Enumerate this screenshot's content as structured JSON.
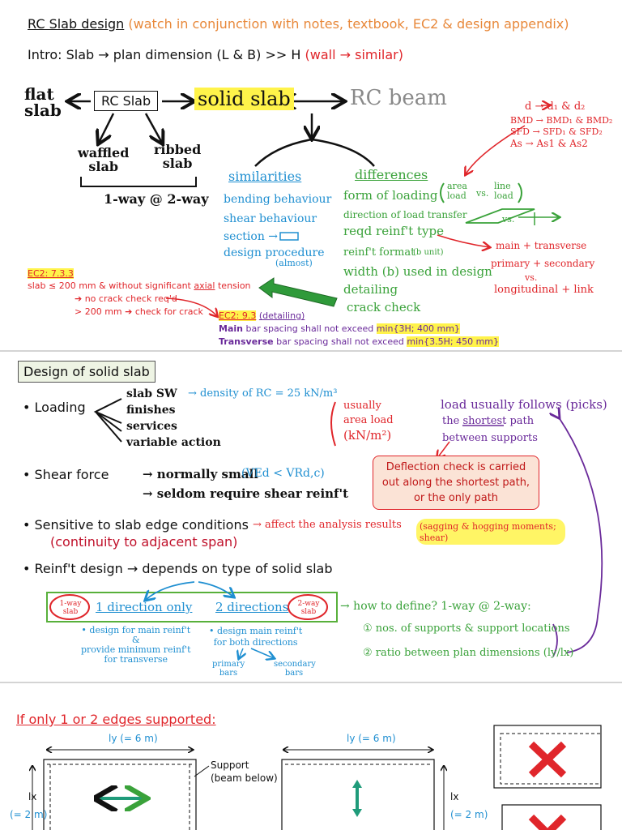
{
  "header": {
    "title": "RC Slab design",
    "note": "(watch in conjunction with notes, textbook, EC2 & design appendix)",
    "intro": "Intro: Slab → plan dimension (L & B) >> H",
    "intro_wall": "(wall → similar)"
  },
  "mindmap": {
    "flat_slab_1": "flat",
    "flat_slab_2": "slab",
    "rc_slab": "RC Slab",
    "solid_slab": "solid slab",
    "rc_beam": "RC beam",
    "waffled_1": "waffled",
    "waffled_2": "slab",
    "ribbed_1": "ribbed",
    "ribbed_2": "slab",
    "oneway": "1-way @ 2-way",
    "similarities_title": "similarities",
    "similarities": [
      "bending behaviour",
      "shear behaviour",
      "section →",
      "design procedure",
      "(almost)"
    ],
    "differences_title": "differences",
    "differences": [
      "form of loading",
      "direction of load transfer",
      "reqd reinf't type",
      "reinf't format",
      "width (b) used in design",
      "detailing",
      "crack check"
    ],
    "unit_width": "(b unit)",
    "area_load": "area load",
    "vs": "vs.",
    "line_load": "line load",
    "main_trans": "main + transverse",
    "primary_sec": "primary + secondary",
    "vs2": "vs.",
    "longitudinal": "longitudinal + link",
    "d_line": "d → d₁ & d₂",
    "bmd_line": "BMD → BMD₁ & BMD₂",
    "sfd_line": "SFD → SFD₁ & SFD₂",
    "as_line": "As → As1 & As2"
  },
  "ec2_733": {
    "ref": "EC2: 7.3.3",
    "line1_pre": "slab ≤ 200 mm & without significant",
    "line1_u": "axial",
    "line1_post": "tension",
    "line2": "➔ no crack check req'd",
    "line3": "> 200 mm ➔ check for crack"
  },
  "ec2_93": {
    "ref": "EC2: 9.3",
    "ref2": "(detailing)",
    "main_b": "Main",
    "main_t": "bar spacing shall not exceed",
    "main_v": "min{3H; 400 mm}",
    "trans_b": "Transverse",
    "trans_t": "bar spacing shall not exceed",
    "trans_v": "min{3.5H; 450 mm}"
  },
  "design": {
    "title": "Design of solid slab",
    "loading": "• Loading",
    "loads": [
      "slab SW",
      "finishes",
      "services",
      "variable action"
    ],
    "density": "→ density of RC = 25 kN/m³",
    "usually_1": "usually",
    "usually_2": "area load",
    "usually_3": "(kN/m²)",
    "follows_1": "load usually follows (picks)",
    "follows_2a": "the",
    "follows_2b": "shortest",
    "follows_2c": "path",
    "follows_3": "between supports",
    "deflection": "Deflection check is carried out along the shortest path, or the only path",
    "shear": "• Shear force",
    "shear_1": "→ normally small",
    "shear_1b": "(VEd < VRd,c)",
    "shear_2": "→ seldom require shear reinf't",
    "sensitive": "• Sensitive to slab edge conditions",
    "sensitive_2": "(continuity to adjacent span)",
    "affect": "→ affect the analysis results",
    "sagging": "(sagging & hogging moments; shear)",
    "reinf": "• Reinf't design → depends on type of solid slab",
    "oneway_circle": "1-way slab",
    "one_dir": "1 direction only",
    "two_dir": "2 directions",
    "twoway_circle": "2-way slab",
    "one_d1": "• design for main reinf't",
    "one_d2": "&",
    "one_d3": "provide minimum reinf't",
    "one_d4": "for transverse",
    "two_d1": "• design main reinf't",
    "two_d2": "for both directions",
    "primary": "primary bars",
    "secondary": "secondary bars",
    "define": "→ how to define? 1-way @ 2-way:",
    "define_1": "① nos. of supports & support locations",
    "define_2": "② ratio between plan dimensions (ly/lx)"
  },
  "bottom": {
    "title": "If only 1 or 2 edges supported:",
    "ly1": "ly (= 6 m)",
    "ly2": "ly (= 6 m)",
    "lx1a": "lx",
    "lx1b": "(= 2 m)",
    "lx2a": "lx",
    "lx2b": "(= 2 m)",
    "support_1": "Support",
    "support_2": "(beam below)"
  },
  "colors": {
    "black": "#111111",
    "orange": "#e8883a",
    "red": "#e0262b",
    "blue": "#1f8fd1",
    "green": "#3aa23a",
    "purple": "#6a2a9a",
    "highlight": "#fff34a",
    "callout_fill": "#fbe3d6",
    "teal": "#1f9b7a"
  }
}
